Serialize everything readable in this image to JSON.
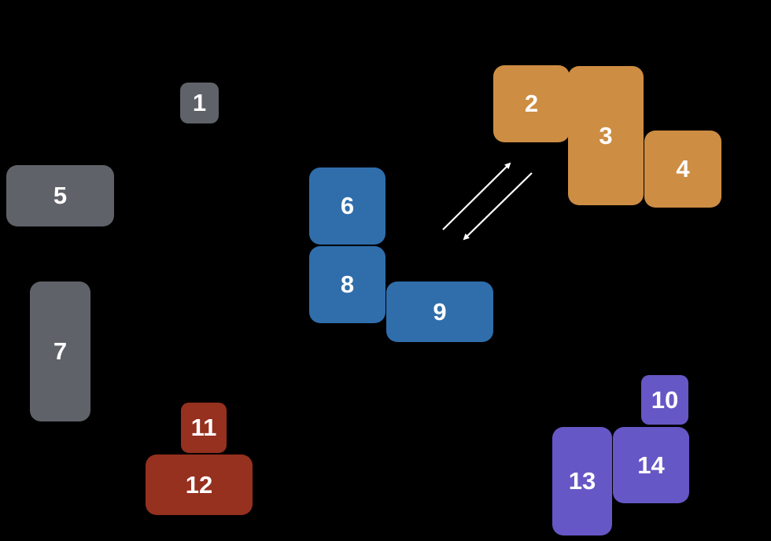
{
  "colors": {
    "background": "#000000",
    "gray": "#5f6268",
    "orange": "#cd8d43",
    "blue": "#2f6eab",
    "purple": "#6657c6",
    "red": "#96301f",
    "text": "#ffffff",
    "arrow": "#ffffff"
  },
  "groups": [
    {
      "name": "gray",
      "items": [
        "1",
        "5",
        "7"
      ]
    },
    {
      "name": "orange",
      "items": [
        "2",
        "3",
        "4"
      ]
    },
    {
      "name": "blue",
      "items": [
        "6",
        "8",
        "9"
      ]
    },
    {
      "name": "purple",
      "items": [
        "10",
        "13",
        "14"
      ]
    },
    {
      "name": "red",
      "items": [
        "11",
        "12"
      ]
    }
  ],
  "boxes": {
    "b1": "1",
    "b2": "2",
    "b3": "3",
    "b4": "4",
    "b5": "5",
    "b6": "6",
    "b7": "7",
    "b8": "8",
    "b9": "9",
    "b10": "10",
    "b11": "11",
    "b12": "12",
    "b13": "13",
    "b14": "14"
  },
  "arrows": [
    {
      "from": "blue-group",
      "to": "orange-group",
      "direction": "up-right"
    },
    {
      "from": "orange-group",
      "to": "blue-group",
      "direction": "down-left"
    }
  ]
}
